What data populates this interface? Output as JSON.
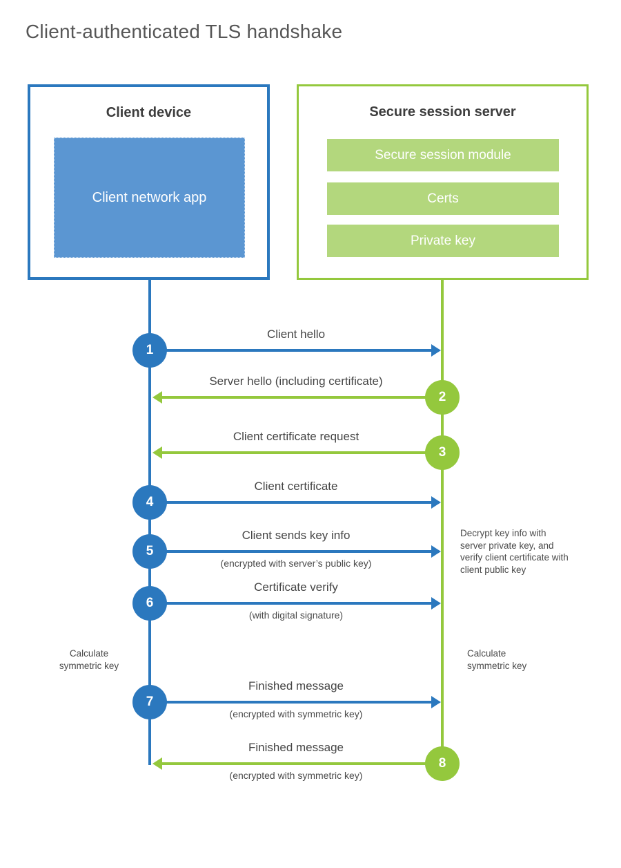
{
  "page": {
    "title": "Client-authenticated TLS handshake"
  },
  "palette": {
    "blue": "#2b78be",
    "blue_fill": "#5b96d2",
    "green": "#94c83d",
    "green_fill": "#b3d77d"
  },
  "client": {
    "title": "Client device",
    "module": "Client network app"
  },
  "server": {
    "title": "Secure session server",
    "modules": [
      "Secure session module",
      "Certs",
      "Private key"
    ]
  },
  "sequence": {
    "steps": [
      {
        "num": "1",
        "from": "client",
        "label": "Client hello",
        "sublabel": ""
      },
      {
        "num": "2",
        "from": "server",
        "label": "Server hello (including certificate)",
        "sublabel": ""
      },
      {
        "num": "3",
        "from": "server",
        "label": "Client certificate request",
        "sublabel": ""
      },
      {
        "num": "4",
        "from": "client",
        "label": "Client certificate",
        "sublabel": ""
      },
      {
        "num": "5",
        "from": "client",
        "label": "Client sends key info",
        "sublabel": "(encrypted with server’s public key)"
      },
      {
        "num": "6",
        "from": "client",
        "label": "Certificate verify",
        "sublabel": "(with digital signature)"
      },
      {
        "num": "7",
        "from": "client",
        "label": "Finished message",
        "sublabel": "(encrypted with symmetric key)"
      },
      {
        "num": "8",
        "from": "server",
        "label": "Finished message",
        "sublabel": "(encrypted with symmetric key)"
      }
    ],
    "notes": {
      "server_decrypt": "Decrypt key info with server private key, and verify client certificate with client public key",
      "client_calculate": "Calculate symmetric key",
      "server_calculate": "Calculate symmetric key"
    }
  }
}
